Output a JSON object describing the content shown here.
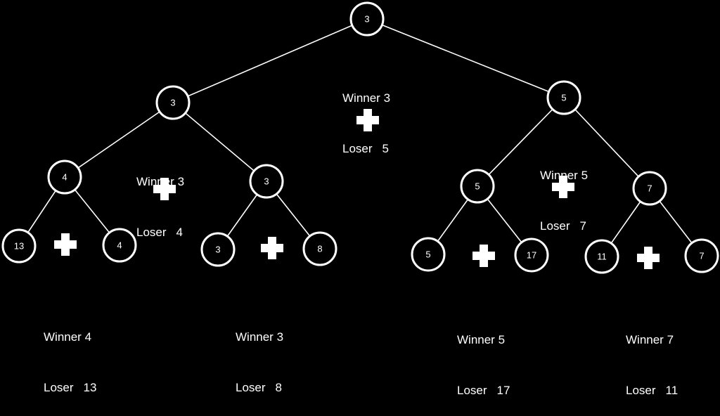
{
  "nodes": [
    {
      "id": "root",
      "value": "3"
    },
    {
      "id": "L",
      "value": "3"
    },
    {
      "id": "R",
      "value": "5"
    },
    {
      "id": "LL",
      "value": "4"
    },
    {
      "id": "LR",
      "value": "3"
    },
    {
      "id": "RL",
      "value": "5"
    },
    {
      "id": "RR",
      "value": "7"
    },
    {
      "id": "LLL",
      "value": "13"
    },
    {
      "id": "LLR",
      "value": "4"
    },
    {
      "id": "LRL",
      "value": "3"
    },
    {
      "id": "LRR",
      "value": "8"
    },
    {
      "id": "RLL",
      "value": "5"
    },
    {
      "id": "RLR",
      "value": "17"
    },
    {
      "id": "RRL",
      "value": "11"
    },
    {
      "id": "RRR",
      "value": "7"
    }
  ],
  "edges": [
    [
      "root",
      "L"
    ],
    [
      "root",
      "R"
    ],
    [
      "L",
      "LL"
    ],
    [
      "L",
      "LR"
    ],
    [
      "R",
      "RL"
    ],
    [
      "R",
      "RR"
    ],
    [
      "LL",
      "LLL"
    ],
    [
      "LL",
      "LLR"
    ],
    [
      "LR",
      "LRL"
    ],
    [
      "LR",
      "LRR"
    ],
    [
      "RL",
      "RLL"
    ],
    [
      "RL",
      "RLR"
    ],
    [
      "RR",
      "RRL"
    ],
    [
      "RR",
      "RRR"
    ]
  ],
  "results": {
    "root": {
      "winner_label": "Winner",
      "winner": "3",
      "loser_label": "Loser",
      "loser": "5"
    },
    "L": {
      "winner_label": "Winner",
      "winner": "3",
      "loser_label": "Loser",
      "loser": "4"
    },
    "R": {
      "winner_label": "Winner",
      "winner": "5",
      "loser_label": "Loser",
      "loser": "7"
    },
    "LL": {
      "winner_label": "Winner",
      "winner": "4",
      "loser_label": "Loser",
      "loser": "13"
    },
    "LR": {
      "winner_label": "Winner",
      "winner": "3",
      "loser_label": "Loser",
      "loser": "8"
    },
    "RL": {
      "winner_label": "Winner",
      "winner": "5",
      "loser_label": "Loser",
      "loser": "17"
    },
    "RR": {
      "winner_label": "Winner",
      "winner": "7",
      "loser_label": "Loser",
      "loser": "11"
    }
  },
  "colors": {
    "background": "#000000",
    "foreground": "#ffffff"
  }
}
